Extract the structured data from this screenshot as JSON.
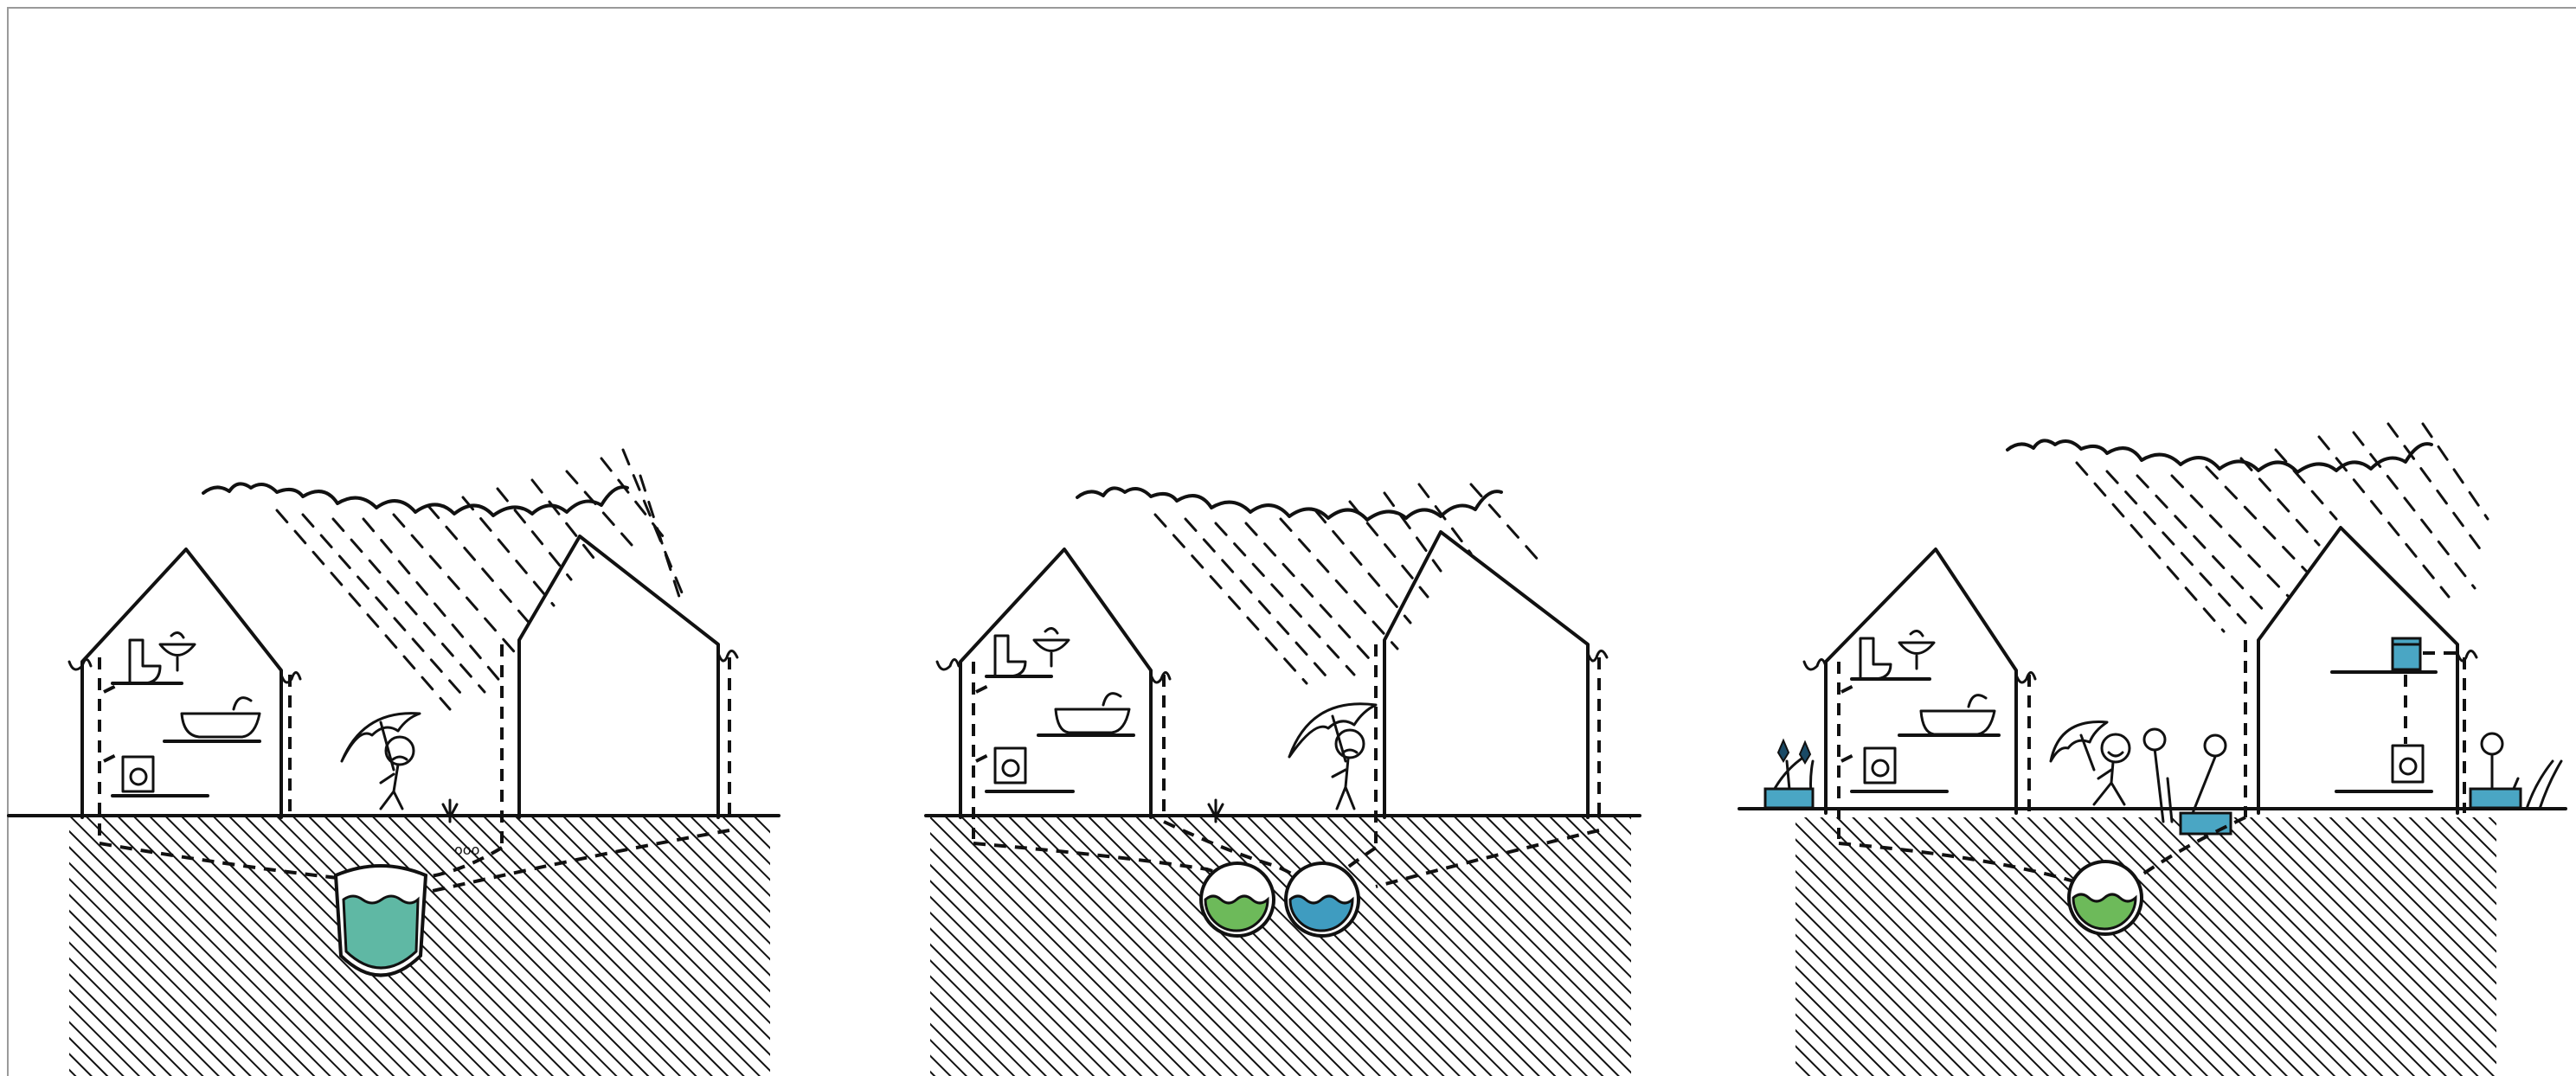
{
  "figure": {
    "panels": [
      {
        "id": "combined-sewer",
        "pipes": [
          {
            "fill": "#5fb8a4",
            "shape": "vessel"
          }
        ],
        "person": "sad",
        "flowers": false
      },
      {
        "id": "separate-sewer",
        "pipes": [
          {
            "fill": "#6dba5a"
          },
          {
            "fill": "#3f9cc0"
          }
        ],
        "person": "sad",
        "flowers": false
      },
      {
        "id": "rainwater-reuse",
        "pipes": [
          {
            "fill": "#6dba5a"
          }
        ],
        "person": "happy",
        "flowers": true
      }
    ],
    "colors": {
      "ink": "#111111",
      "ground_hatch": "#111111",
      "greywater": "#6dba5a",
      "stormwater": "#3f9cc0",
      "mixed": "#5fb8a4",
      "planter": "#4aa6c4"
    },
    "icons": [
      "cloud-icon",
      "rain-icon",
      "house-icon",
      "toilet-icon",
      "sink-icon",
      "bathtub-icon",
      "washing-machine-icon",
      "umbrella-person-icon",
      "flower-icon",
      "rain-barrel-icon"
    ]
  }
}
